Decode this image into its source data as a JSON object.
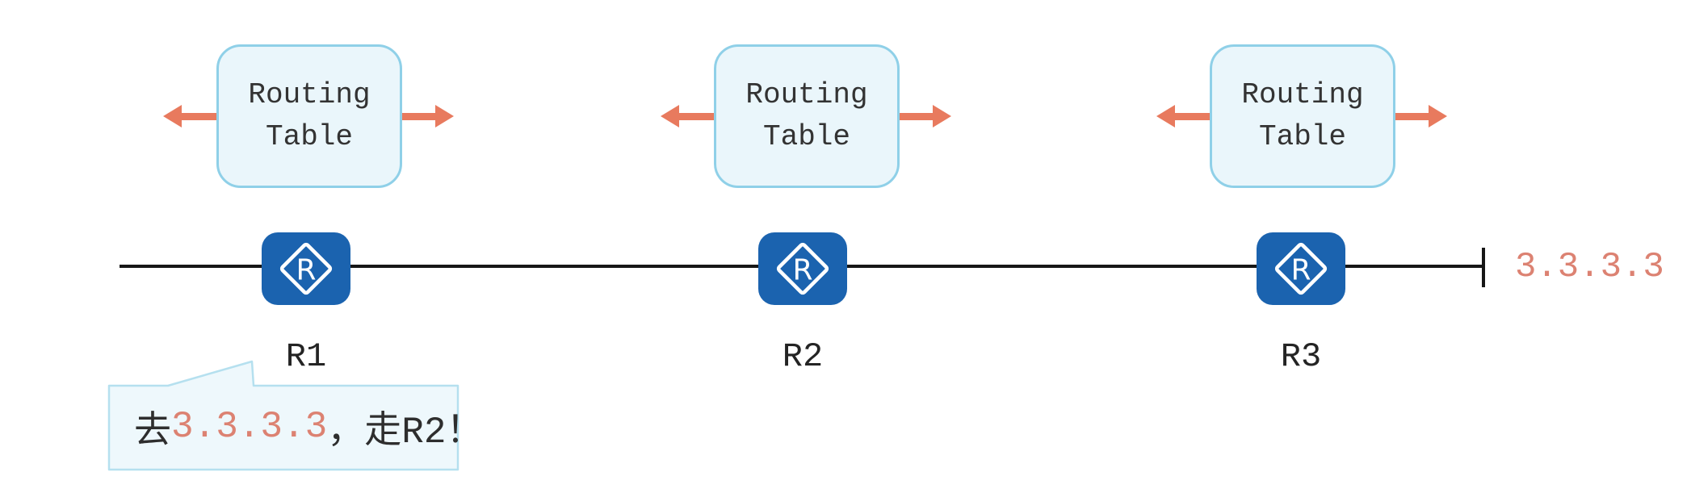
{
  "diagram": {
    "title": "routing-tables-topology",
    "colors": {
      "router_blue": "#1b63af",
      "arrow_salmon": "#e87a5e",
      "highlight_salmon": "#dc8272",
      "box_fill": "#eaf6fb",
      "box_border": "#8fd0e8",
      "bubble_fill": "#eef8fc",
      "bubble_border": "#b5e0ef",
      "line_black": "#161616"
    },
    "routing_table_box": {
      "line1": "Routing",
      "line2": "Table"
    },
    "routers": [
      {
        "name": "R1",
        "letter": "R"
      },
      {
        "name": "R2",
        "letter": "R"
      },
      {
        "name": "R3",
        "letter": "R"
      }
    ],
    "destination_label": "3.3.3.3",
    "callout": {
      "prefix": "去",
      "highlight": "3.3.3.3",
      "suffix": "，走R2！"
    }
  }
}
